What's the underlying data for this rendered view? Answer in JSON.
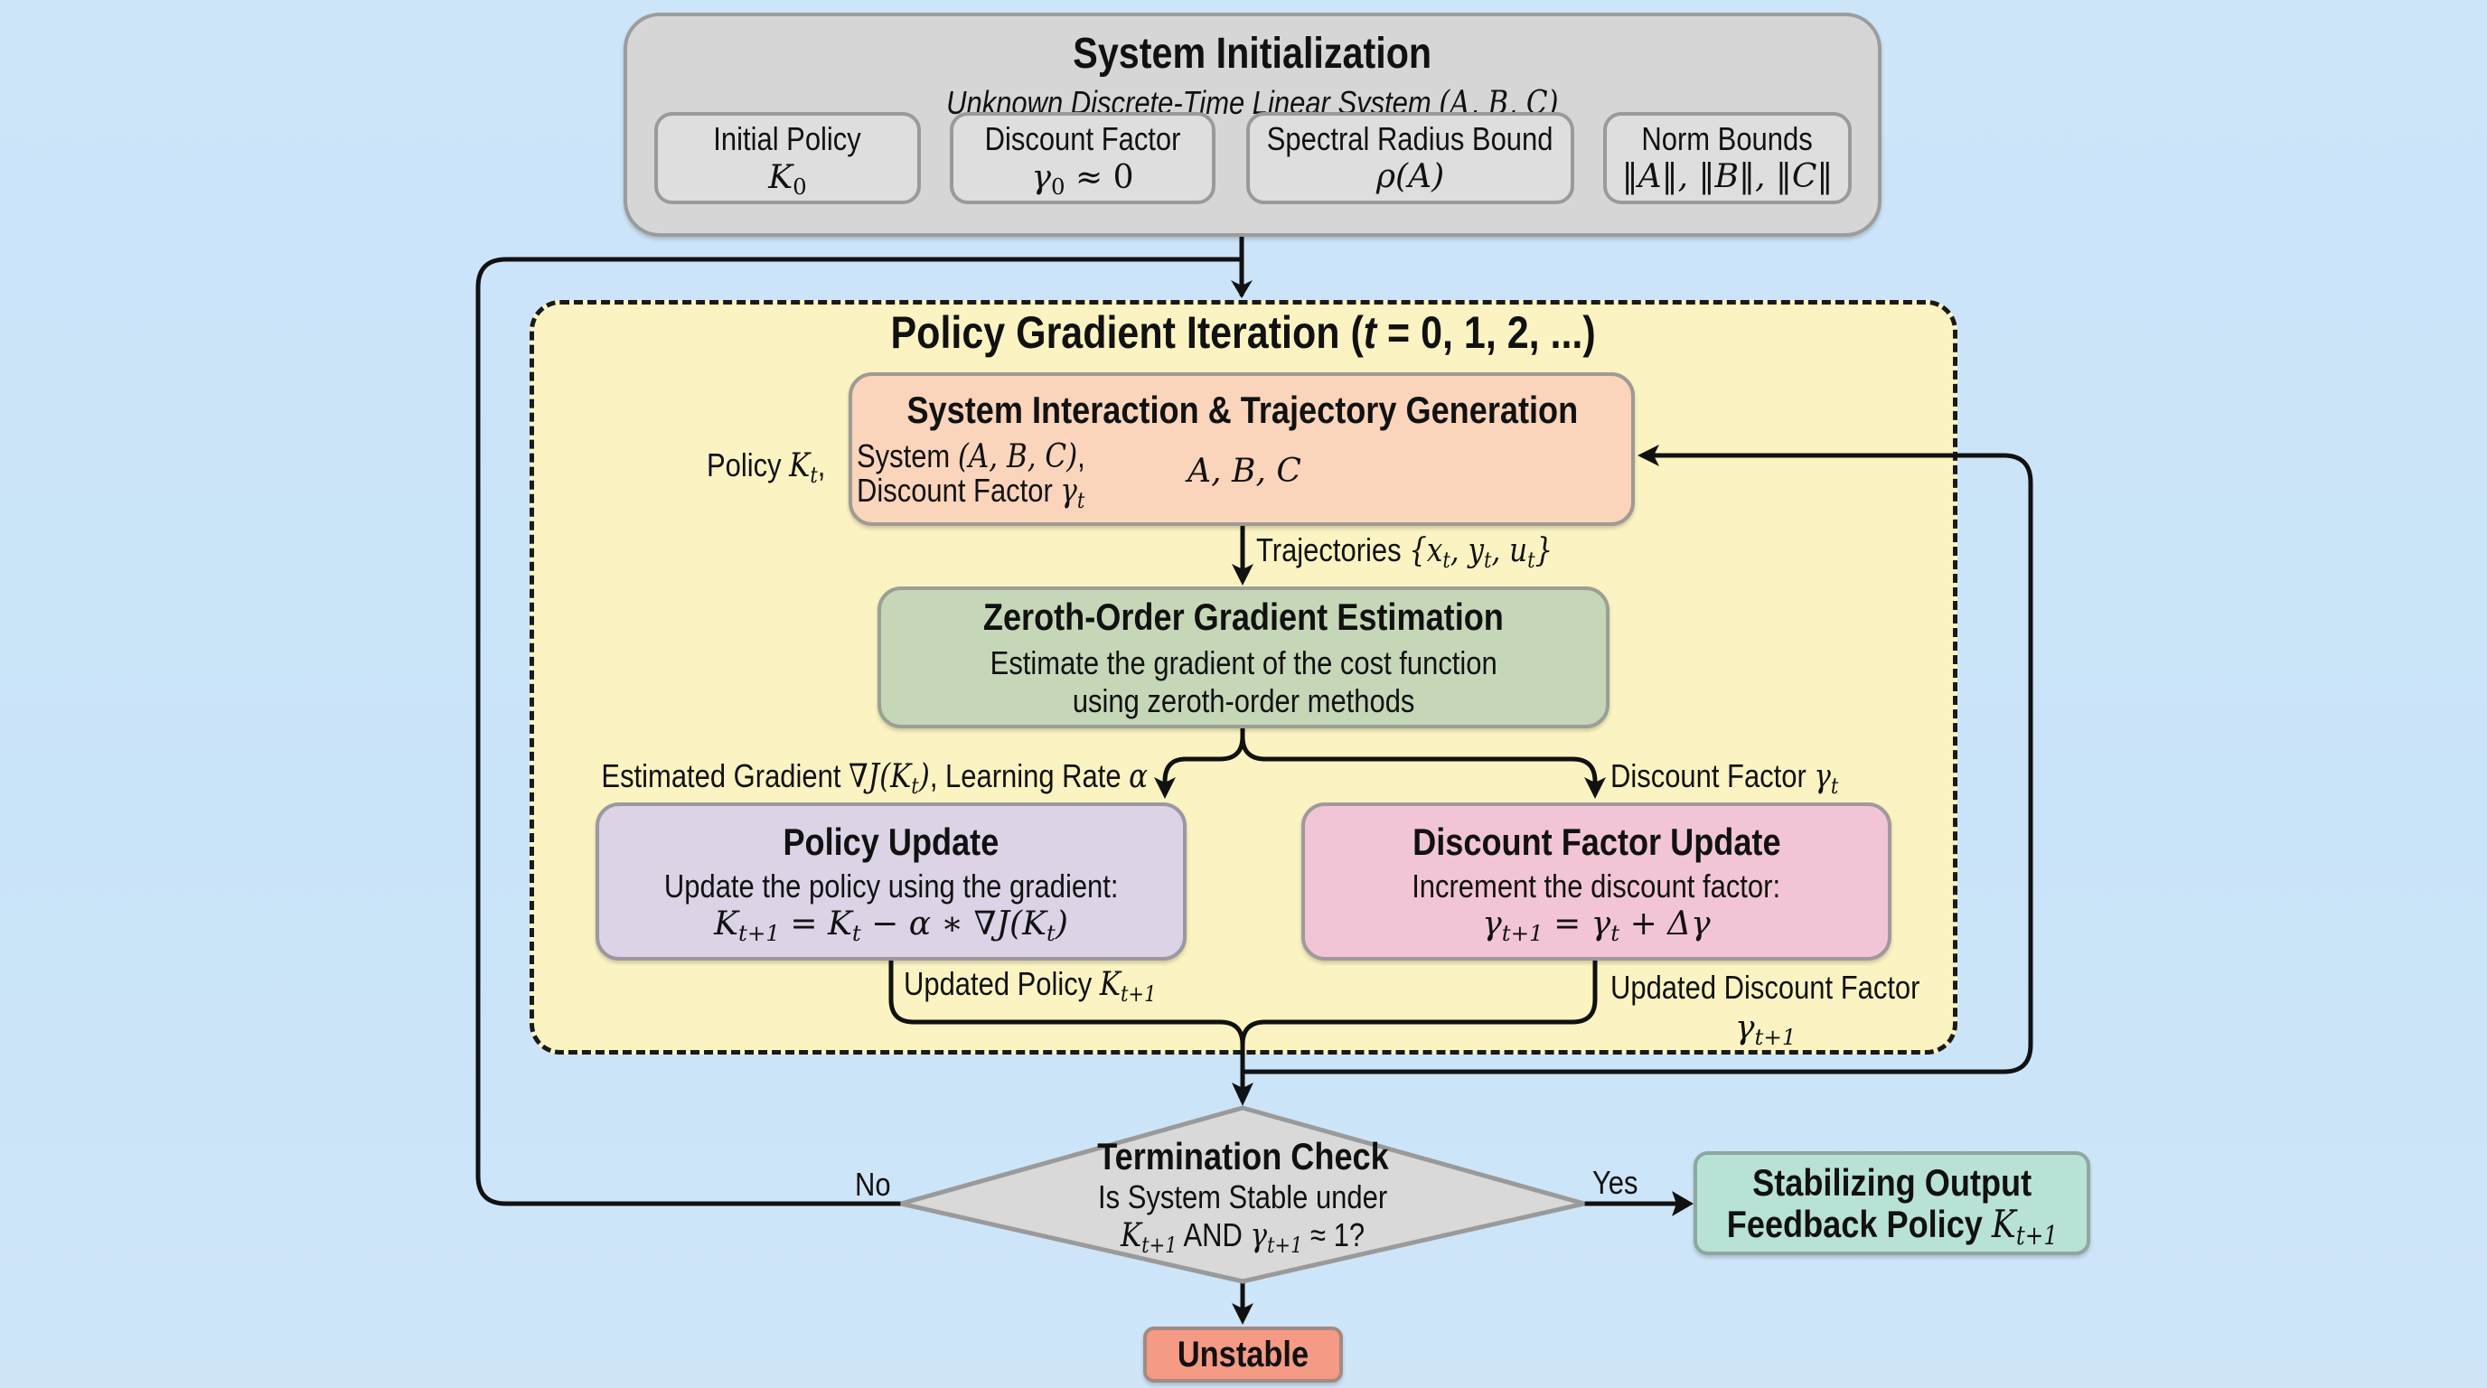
{
  "colors": {
    "background": "#cbe4f8",
    "system_init": "#d6d6d6",
    "iteration_region": "#fbf4c2",
    "interaction": "#fad5bb",
    "gradient_estimation": "#c6d7b8",
    "policy_update": "#dcd3e6",
    "discount_update": "#f2c5d6",
    "termination": "#d9d9d9",
    "stabilizing_output": "#b9e2d6",
    "unstable": "#f59a84"
  },
  "system_init": {
    "title": "System Initialization",
    "subtitle": "Unknown Discrete-Time Linear System",
    "subtitle_math": "(A, B, C)",
    "params": [
      {
        "label": "Initial Policy",
        "value": "K",
        "value_sub": "0",
        "value_tail": ""
      },
      {
        "label": "Discount Factor",
        "value": "γ",
        "value_sub": "0",
        "value_tail": " ≈ 0"
      },
      {
        "label": "Spectral Radius Bound",
        "value": "ρ(A)",
        "value_sub": "",
        "value_tail": ""
      },
      {
        "label": "Norm Bounds",
        "value": "‖A‖, ‖B‖, ‖C‖",
        "value_sub": "",
        "value_tail": ""
      }
    ]
  },
  "iteration": {
    "title_prefix": "Policy Gradient Iteration (",
    "title_var": "t",
    "title_suffix": " = 0, 1, 2, ...)",
    "interaction": {
      "title": "System Interaction & Trajectory Generation",
      "input_line1": "System ",
      "input_line1_math": "(A, B, C)",
      "input_line1_tail": ",",
      "input_line2": "Discount Factor ",
      "input_line2_math": "γ",
      "input_line2_sub": "t",
      "node_label": "A, B, C"
    },
    "policy_input_label": "Policy ",
    "policy_input_math": "K",
    "policy_input_sub": "t",
    "policy_input_tail": ",",
    "trajectories_label": "Trajectories ",
    "trajectories_math": "{x",
    "trajectories_parts": [
      "t",
      ", y",
      "t",
      ", u",
      "t",
      "}"
    ],
    "gradient_estimation": {
      "title": "Zeroth-Order Gradient Estimation",
      "line1": "Estimate the gradient of the cost function",
      "line2": "using zeroth-order methods"
    },
    "grad_label_prefix": "Estimated Gradient ",
    "grad_label_math": "∇J(K",
    "grad_label_sub": "t",
    "grad_label_close": ")",
    "grad_label_suffix": ", Learning Rate ",
    "grad_label_alpha": "α",
    "discount_label": "Discount Factor ",
    "discount_label_math": "γ",
    "discount_label_sub": "t",
    "policy_update": {
      "title": "Policy Update",
      "line1": "Update the policy using the gradient:",
      "eq_a": "K",
      "eq_a_sub": "t+1",
      "eq_b": " = K",
      "eq_b_sub": "t",
      "eq_c": " − α ∗ ∇J(K",
      "eq_c_sub": "t",
      "eq_d": ")"
    },
    "discount_update": {
      "title": "Discount Factor Update",
      "line1": "Increment the discount factor:",
      "eq_a": "γ",
      "eq_a_sub": "t+1",
      "eq_b": " = γ",
      "eq_b_sub": "t",
      "eq_c": " + Δγ"
    },
    "updated_policy_label": "Updated Policy ",
    "updated_policy_math": "K",
    "updated_policy_sub": "t+1",
    "updated_discount_label": "Updated Discount Factor",
    "updated_discount_math": "γ",
    "updated_discount_sub": "t+1"
  },
  "termination": {
    "title": "Termination Check",
    "line1": "Is System Stable under",
    "k": "K",
    "k_sub": "t+1",
    "and": " AND ",
    "g": "γ",
    "g_sub": "t+1",
    "tail": " ≈ 1?",
    "no_label": "No",
    "yes_label": "Yes"
  },
  "stabilizing_output": {
    "line1": "Stabilizing Output",
    "line2": "Feedback Policy ",
    "math": "K",
    "sub": "t+1"
  },
  "unstable": {
    "label": "Unstable"
  }
}
